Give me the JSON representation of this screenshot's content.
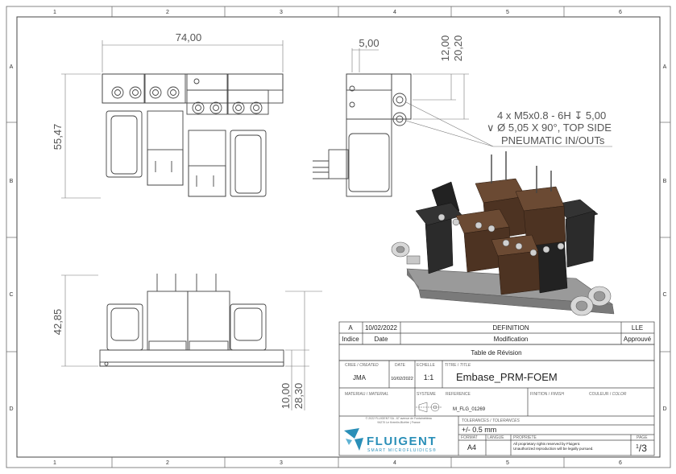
{
  "frame": {
    "cols": [
      "1",
      "2",
      "3",
      "4",
      "5",
      "6"
    ],
    "rows": [
      "A",
      "B",
      "C",
      "D"
    ]
  },
  "dimensions": {
    "width_front": "74,00",
    "height_front": "55,47",
    "side_offset": "5,00",
    "side_h1": "12,00",
    "side_h2": "20,20",
    "height_bottom": "42,85",
    "bottom_h1": "10,00",
    "bottom_h2": "28,30"
  },
  "callout": {
    "line1": "4 x M5x0.8 - 6H ↧ 5,00",
    "line2": "∨  Ø 5,05 X 90°, TOP SIDE",
    "line3": "PNEUMATIC IN/OUTs"
  },
  "revision": {
    "rev": "A",
    "date": "10/02/2022",
    "definition": "DEFINITION",
    "approver": "LLE",
    "col_index": "Indice",
    "col_date": "Date",
    "col_mod": "Modification",
    "col_approved": "Approuvé",
    "table_title": "Table de Révision"
  },
  "titleblock": {
    "cree_label": "CREE / ",
    "cree_label_en": "CREATED",
    "date_label": "DATE",
    "echelle_label": "ECHELLE",
    "titre_label": "TITRE / ",
    "titre_label_en": "TITLE",
    "author": "JMA",
    "date": "10/02/2022",
    "scale": "1:1",
    "title": "Embase_PRM-FOEM",
    "materiau_label": "MATERIAU / ",
    "materiau_label_en": "MATERIAL",
    "systeme_label": "SYSTEME",
    "reference_label": "REFERENCE",
    "finition_label": "FINITION / ",
    "finition_label_en": "FINISH",
    "couleur_label": "COULEUR / ",
    "couleur_label_en": "COLOR",
    "reference": "M_FLG_01269",
    "tolerances_label": "TOLERANCES / ",
    "tolerances_label_en": "TOLERANCES",
    "tolerance": "+/- 0.5 mm",
    "format_label": "FORMAT",
    "langue_label": "LANGUE",
    "propriete_label": "PROPRIETE",
    "page_label": "PAGE",
    "format": "A4",
    "rights1": "All proprietary rights reserved by Fluigent.",
    "rights2": "Unauthorized reproduction will be legally pursued.",
    "page_num": "1",
    "page_total": "3",
    "company_line1": "© 2022 FLUIGENT SA - 67 avenue de Fontainebleau",
    "company_line2": "94270 Le Kremlin-Bicêtre | France",
    "brand": "FLUIGENT",
    "tagline": "SMART MICROFLUIDICS®"
  },
  "colors": {
    "line": "#444444",
    "accent": "#2a8fb8",
    "dark_block": "#2b2b2b",
    "brown_block": "#5a3a26",
    "metal": "#8a8a8a"
  }
}
